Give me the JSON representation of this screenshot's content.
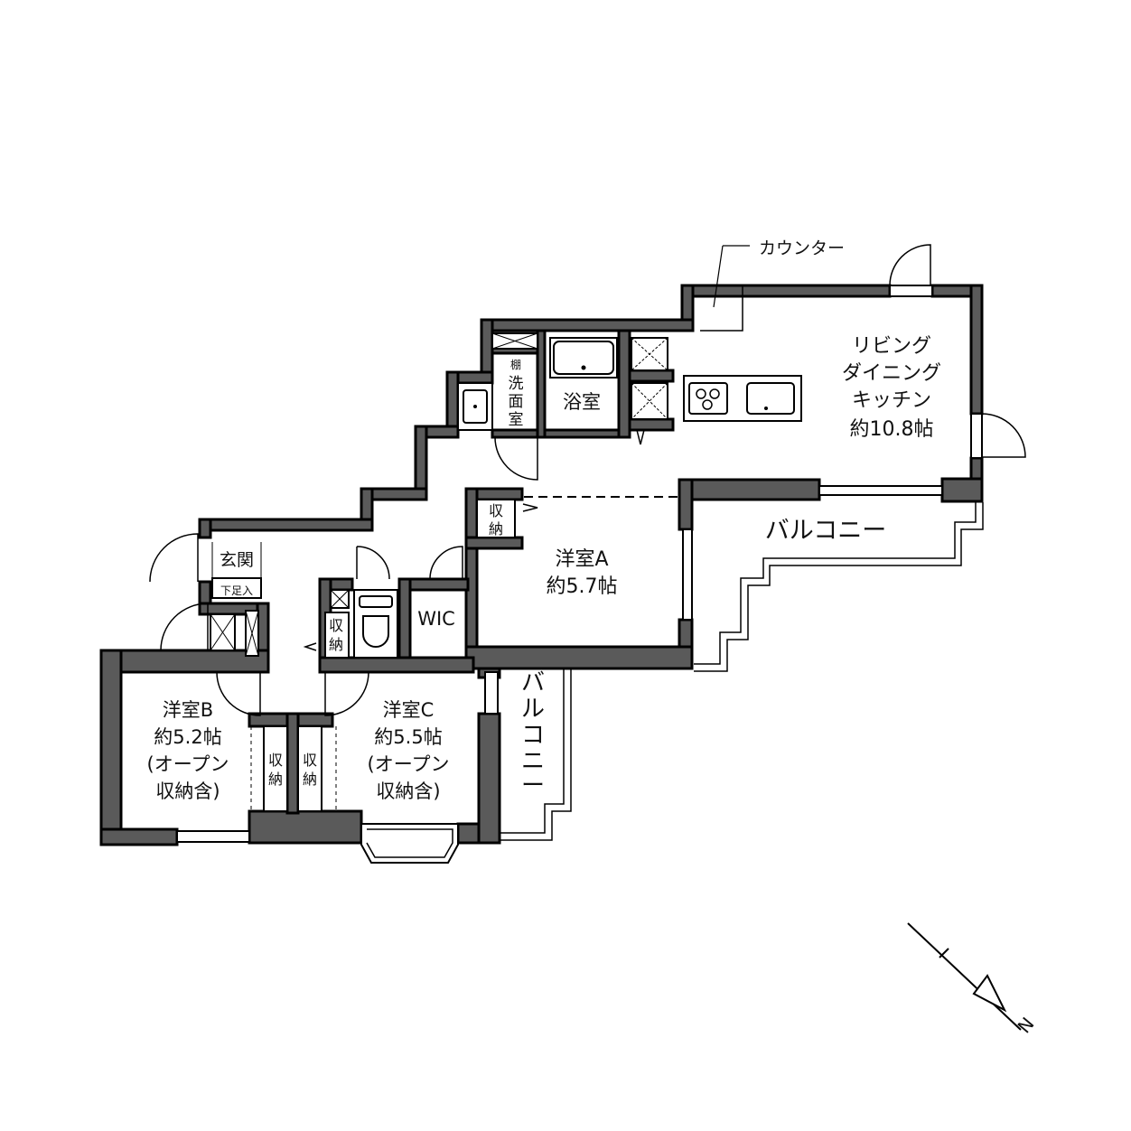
{
  "rooms": {
    "ldk": {
      "line1": "リビング",
      "line2": "ダイニング",
      "line3": "キッチン",
      "area": "約10.8帖"
    },
    "room_a": {
      "name": "洋室A",
      "area": "約5.7帖"
    },
    "room_b": {
      "name": "洋室B",
      "area": "約5.2帖",
      "note1": "(オープン",
      "note2": "収納含)"
    },
    "room_c": {
      "name": "洋室C",
      "area": "約5.5帖",
      "note1": "(オープン",
      "note2": "収納含)"
    },
    "bath": "浴室",
    "washroom": {
      "c1": "洗",
      "c2": "面",
      "c3": "室"
    },
    "shelf": "棚",
    "wic": "WIC",
    "entrance": "玄関",
    "shoe_storage": "下足入"
  },
  "storage": {
    "s_a": {
      "top": "収",
      "bottom": "納"
    },
    "s_hall": {
      "top": "収",
      "bottom": "納"
    },
    "s_b": {
      "top": "収",
      "bottom": "納"
    },
    "s_c": {
      "top": "収",
      "bottom": "納"
    }
  },
  "balcony_main": "バルコニー",
  "balcony_side": {
    "c1": "バ",
    "c2": "ル",
    "c3": "コ",
    "c4": "ニ",
    "c5": "ー"
  },
  "counter_label": "カウンター",
  "compass_label": "N"
}
